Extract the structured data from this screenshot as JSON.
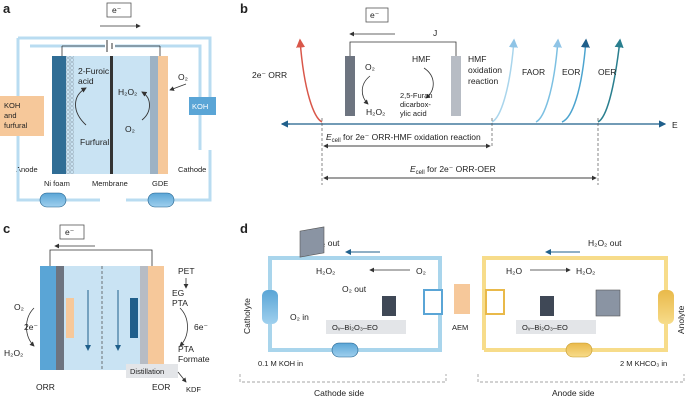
{
  "panels": {
    "a": {
      "letter": "a",
      "electron": "e⁻",
      "o2": "O₂",
      "koh": "KOH",
      "koh_furfural_1": "KOH",
      "koh_furfural_2": "and",
      "koh_furfural_3": "furfural",
      "furoic_1": "2-Furoic",
      "furoic_2": "acid",
      "furfural": "Furfural",
      "h2o2": "H₂O₂",
      "o2_inner": "O₂",
      "anode": "Anode",
      "cathode": "Cathode",
      "ni_foam": "Ni foam",
      "membrane": "Membrane",
      "gde": "GDE"
    },
    "b": {
      "letter": "b",
      "electron": "e⁻",
      "j": "J",
      "orr": "2e⁻ ORR",
      "o2": "O₂",
      "h2o2": "H₂O₂",
      "hmf": "HMF",
      "fdca_1": "2,5-Furan",
      "fdca_2": "dicarbox-",
      "fdca_3": "ylic acid",
      "hmfox_1": "HMF",
      "hmfox_2": "oxidation",
      "hmfox_3": "reaction",
      "faor": "FAOR",
      "eor": "EOR",
      "oer": "OER",
      "e_axis": "E",
      "ecell1_main": "E",
      "ecell1_sub": "cell",
      "ecell1_rest": " for 2e⁻ ORR-HMF oxidation reaction",
      "ecell2_main": "E",
      "ecell2_sub": "cell",
      "ecell2_rest": " for 2e⁻ ORR-OER"
    },
    "c": {
      "letter": "c",
      "electron": "e⁻",
      "o2": "O₂",
      "two_e": "2e⁻",
      "h2o2": "H₂O₂",
      "six_e": "6e⁻",
      "pet": "PET",
      "eg": "EG",
      "pta": "PTA",
      "pta2": "PTA",
      "formate": "Formate",
      "distillation": "Distillation",
      "kdf": "KDF",
      "orr": "ORR",
      "eor": "EOR"
    },
    "d": {
      "letter": "d",
      "h2o2_out_left": "H₂O₂ out",
      "h2o2_out_right": "H₂O₂ out",
      "h2o2": "H₂O₂",
      "o2": "O₂",
      "o2_out": "O₂ out",
      "o2_in": "O₂ in",
      "h2o": "H₂O",
      "h2o2_right": "H₂O₂",
      "catholyte": "Catholyte",
      "anolyte": "Anolyte",
      "ov_left": "Oᵥ–Bi₂O₃–EO",
      "ov_right": "Oᵥ–Bi₂O₃–EO",
      "aem": "AEM",
      "koh_in": "0.1 M KOH in",
      "khco3_in": "2 M KHCO₃ in",
      "cathode_side": "Cathode side",
      "anode_side": "Anode side"
    }
  },
  "colors": {
    "light_blue": "#c9e3f3",
    "mid_blue": "#8fc4e6",
    "dark_blue": "#1f5f8b",
    "orange": "#f6c89a",
    "yellow": "#f7dc8a",
    "gray": "#6d7480",
    "red_curve": "#d9574a",
    "teal_curve": "#2a7f8f"
  }
}
